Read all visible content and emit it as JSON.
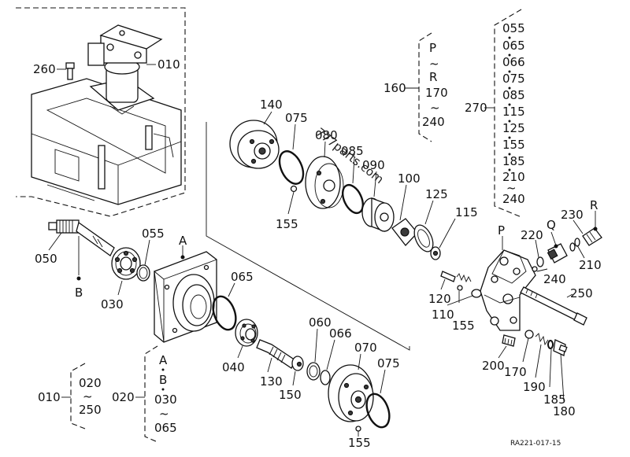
{
  "labels": {
    "p260": "260",
    "p010": "010",
    "p140": "140",
    "p075a": "075",
    "p080": "080",
    "p085": "085",
    "p090": "090",
    "p100": "100",
    "p125": "125",
    "p115": "115",
    "p155a": "155",
    "p155b": "155",
    "p155c": "155",
    "p050": "050",
    "p055": "055",
    "p030": "030",
    "pA": "A",
    "pB": "B",
    "p065": "065",
    "p040": "040",
    "p130": "130",
    "p150": "150",
    "p060": "060",
    "p066": "066",
    "p070": "070",
    "p075b": "075",
    "pP": "P",
    "p220": "220",
    "pQ": "Q",
    "p230": "230",
    "pR": "R",
    "p210": "210",
    "p240": "240",
    "p250": "250",
    "p120": "120",
    "p110": "110",
    "p200": "200",
    "p170": "170",
    "p190": "190",
    "p185": "185",
    "p180": "180",
    "p160": "160",
    "p270": "270"
  },
  "group160": [
    "P",
    "~",
    "R",
    "170",
    "~",
    "240"
  ],
  "group270": [
    "055",
    "065",
    "066",
    "075",
    "085",
    "115",
    "125",
    "155",
    "185",
    "210",
    "~",
    "240"
  ],
  "legend010": {
    "label": "010",
    "items": [
      "020",
      "~",
      "250"
    ]
  },
  "legend020": {
    "label": "020",
    "items": [
      "A",
      "B",
      "030",
      "~",
      "065"
    ]
  },
  "watermark": "777parts.com",
  "drawing_code": "RA221-017-15",
  "icons": {
    "assembly": "motor-assembly-icon",
    "bearing": "ball-bearing-icon",
    "shaft": "splined-shaft-icon",
    "oring": "o-ring-icon",
    "valve": "valve-body-icon"
  }
}
